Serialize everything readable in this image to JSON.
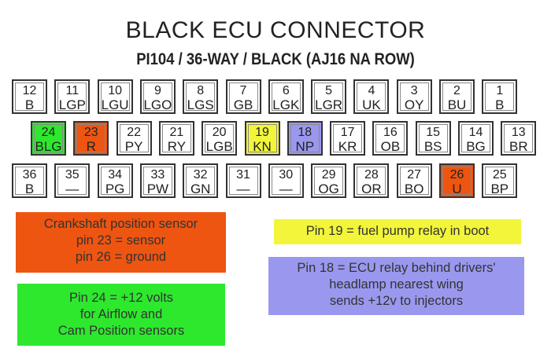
{
  "title": "BLACK ECU CONNECTOR",
  "subtitle": "PI104 / 36-WAY / BLACK (AJ16 NA ROW)",
  "colors": {
    "green": "#2ee82e",
    "orange": "#ee5511",
    "yellow": "#f2f53a",
    "purple": "#9a98ee",
    "white": "#ffffff"
  },
  "rows": [
    [
      {
        "pin": "12",
        "code": "B",
        "color": "white"
      },
      {
        "pin": "11",
        "code": "LGP",
        "color": "white"
      },
      {
        "pin": "10",
        "code": "LGU",
        "color": "white"
      },
      {
        "pin": "9",
        "code": "LGO",
        "color": "white"
      },
      {
        "pin": "8",
        "code": "LGS",
        "color": "white"
      },
      {
        "pin": "7",
        "code": "GB",
        "color": "white"
      },
      {
        "pin": "6",
        "code": "LGK",
        "color": "white"
      },
      {
        "pin": "5",
        "code": "LGR",
        "color": "white"
      },
      {
        "pin": "4",
        "code": "UK",
        "color": "white"
      },
      {
        "pin": "3",
        "code": "OY",
        "color": "white"
      },
      {
        "pin": "2",
        "code": "BU",
        "color": "white"
      },
      {
        "pin": "1",
        "code": "B",
        "color": "white"
      }
    ],
    [
      {
        "pin": "24",
        "code": "BLG",
        "color": "green"
      },
      {
        "pin": "23",
        "code": "R",
        "color": "orange"
      },
      {
        "pin": "22",
        "code": "PY",
        "color": "white"
      },
      {
        "pin": "21",
        "code": "RY",
        "color": "white"
      },
      {
        "pin": "20",
        "code": "LGB",
        "color": "white"
      },
      {
        "pin": "19",
        "code": "KN",
        "color": "yellow"
      },
      {
        "pin": "18",
        "code": "NP",
        "color": "purple"
      },
      {
        "pin": "17",
        "code": "KR",
        "color": "white"
      },
      {
        "pin": "16",
        "code": "OB",
        "color": "white"
      },
      {
        "pin": "15",
        "code": "BS",
        "color": "white"
      },
      {
        "pin": "14",
        "code": "BG",
        "color": "white"
      },
      {
        "pin": "13",
        "code": "BR",
        "color": "white"
      }
    ],
    [
      {
        "pin": "36",
        "code": "B",
        "color": "white"
      },
      {
        "pin": "35",
        "code": "—",
        "color": "white"
      },
      {
        "pin": "34",
        "code": "PG",
        "color": "white"
      },
      {
        "pin": "33",
        "code": "PW",
        "color": "white"
      },
      {
        "pin": "32",
        "code": "GN",
        "color": "white"
      },
      {
        "pin": "31",
        "code": "—",
        "color": "white"
      },
      {
        "pin": "30",
        "code": "—",
        "color": "white"
      },
      {
        "pin": "29",
        "code": "OG",
        "color": "white"
      },
      {
        "pin": "28",
        "code": "OR",
        "color": "white"
      },
      {
        "pin": "27",
        "code": "BO",
        "color": "white"
      },
      {
        "pin": "26",
        "code": "U",
        "color": "orange"
      },
      {
        "pin": "25",
        "code": "BP",
        "color": "white"
      }
    ]
  ],
  "notes": {
    "crankshaft": {
      "color": "orange",
      "lines": [
        "Crankshaft position sensor",
        "pin 23 = sensor",
        "pin 26 = ground"
      ]
    },
    "pin24": {
      "color": "green",
      "lines": [
        "Pin 24 = +12 volts",
        "for Airflow and",
        "Cam Position sensors"
      ]
    },
    "pin19": {
      "color": "yellow",
      "lines": [
        "Pin 19 = fuel pump relay in boot"
      ]
    },
    "pin18": {
      "color": "purple",
      "lines": [
        "Pin 18 = ECU relay behind drivers'",
        "headlamp nearest wing",
        "sends +12v to injectors"
      ]
    }
  }
}
